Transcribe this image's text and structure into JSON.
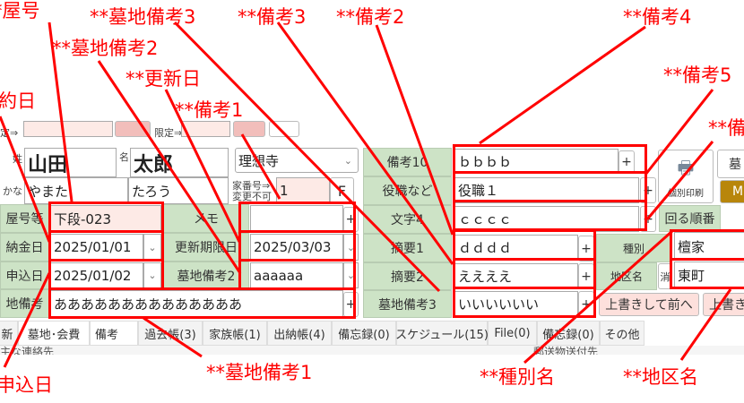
{
  "annotations": {
    "yago": "*屋号",
    "bochi3": "**墓地備考3",
    "biko3": "**備考3",
    "biko2": "**備考2",
    "biko4": "**備考4",
    "bochi2": "**墓地備考2",
    "biko5": "**備考5",
    "koshin": "**更新日",
    "yakujitsu": "約日",
    "biko1": "**備考1",
    "biko_cut": "**備",
    "moshikomi": "申込日",
    "bochi1": "**墓地備考1",
    "shubetsu": "**種別名",
    "chiku": "**地区名"
  },
  "top": {
    "label_a": "定⇒",
    "label_b": "限定⇒"
  },
  "name": {
    "sei_label": "姓",
    "sei": "山田",
    "mei_label": "名",
    "mei": "太郎",
    "kana_label": "かな",
    "sei_kana": "やまた",
    "mei_kana": "たろう",
    "temple": "理想寺",
    "ie_label1": "家番号⇒",
    "ie_label2": "変更不可",
    "ie_number": "1",
    "f_button": "F"
  },
  "fields": {
    "yago_label": "屋号等",
    "yago": "下段-023",
    "memo_label": "メモ",
    "memo": "",
    "nokin_label": "納金日",
    "nokin": "2025/01/01",
    "koshin_label": "更新期限日",
    "koshin": "2025/03/03",
    "moshikomi_label": "申込日",
    "moshikomi": "2025/01/02",
    "bochi2_label": "墓地備考2",
    "bochi2": "aaaaaa",
    "bochi1_label": "地備考",
    "bochi1": "ああああああああああああああ",
    "biko10_label": "備考10",
    "biko10": "ｂｂｂｂ",
    "yakushoku_label": "役職など",
    "yakushoku": "役職１",
    "moji4_label": "文字4",
    "moji4": "ｃｃｃｃ",
    "tekiyo1_label": "摘要1",
    "tekiyo1": "ｄｄｄｄ",
    "tekiyo2_label": "摘要2",
    "tekiyo2": "ええええ",
    "bochi3_label": "墓地備考3",
    "bochi3": "いいいいいい",
    "shubetsu_label": "種別",
    "shubetsu": "檀家",
    "chiku_label": "地区名",
    "chiku": "東町",
    "erase": "消"
  },
  "buttons": {
    "plus": "+",
    "dropdown": "⌄",
    "print": "個別印刷",
    "bo": "墓",
    "m": "M",
    "mawaru": "回る順番",
    "overwrite_prev": "上書きして前へ",
    "overwrite": "上書き"
  },
  "tabs": [
    "新",
    "墓地･会費",
    "備考",
    "過去帳(3)",
    "家族帳(1)",
    "出納帳(4)",
    "備忘録(0)",
    "スケジュール(15)",
    "File(0)",
    "備忘録(0)",
    "その他"
  ],
  "bottom": {
    "left": "主な連絡先",
    "right": "郵送物送付先"
  }
}
